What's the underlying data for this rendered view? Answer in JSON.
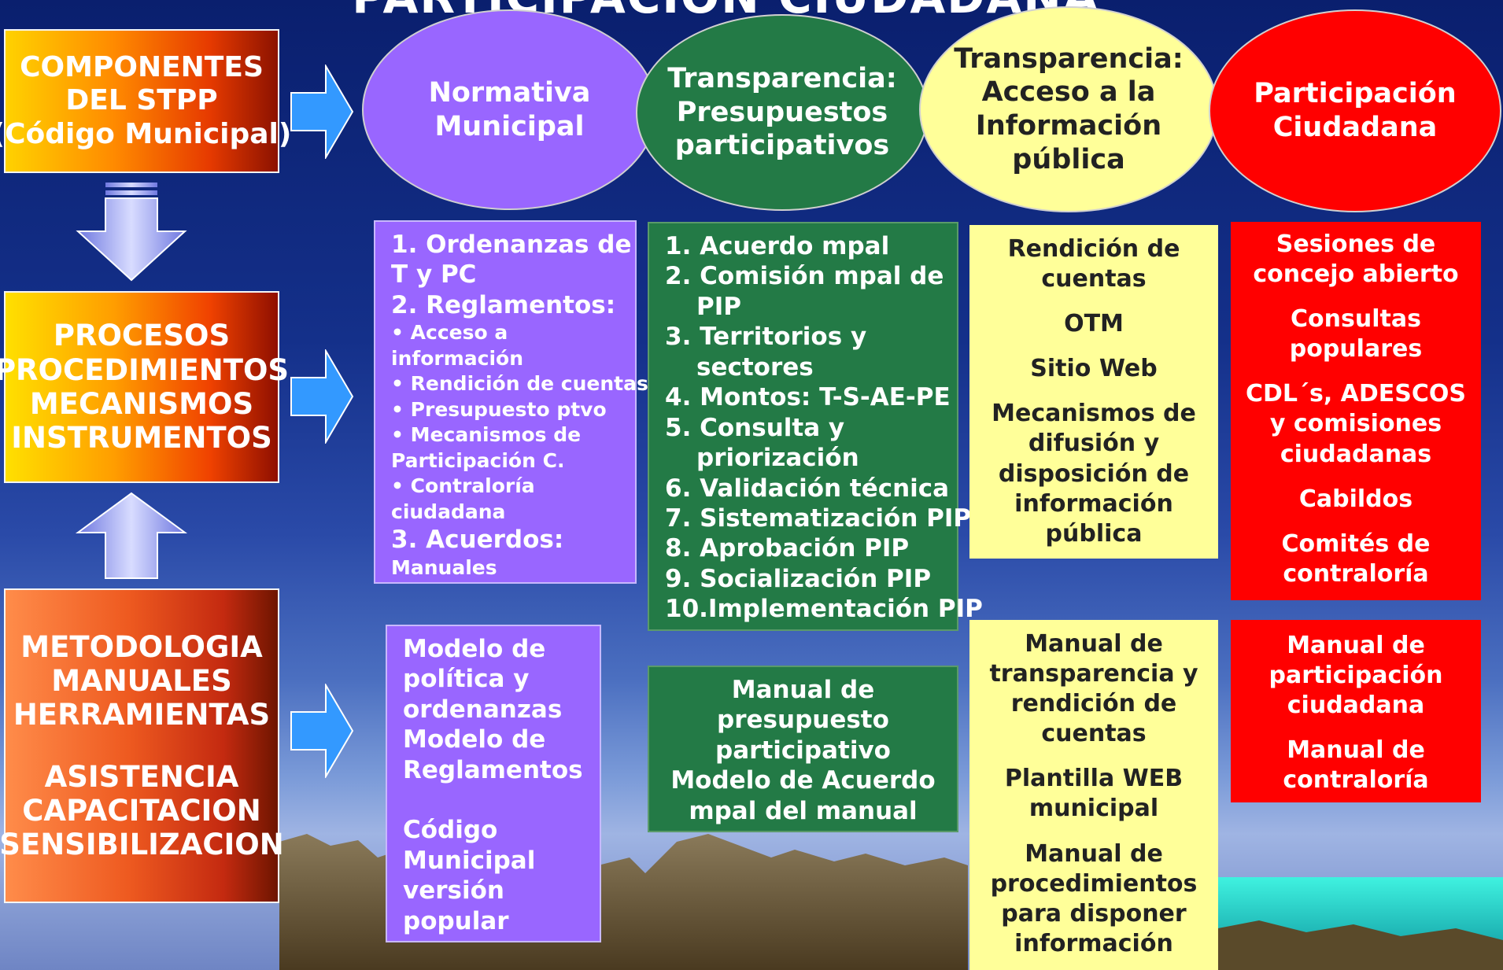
{
  "colors": {
    "normativa": "#9966ff",
    "presupuestos": "#237a46",
    "informacion": "#ffff99",
    "participacion": "#ff0000"
  },
  "title": "PARTICIPACION CIUDADANA",
  "left_column": {
    "componentes": [
      "COMPONENTES",
      "DEL STPP",
      "(Código Municipal)"
    ],
    "procesos": [
      "PROCESOS",
      "PROCEDIMIENTOS",
      "MECANISMOS",
      "INSTRUMENTOS"
    ],
    "metodologia": [
      "METODOLOGIA",
      "MANUALES",
      "HERRAMIENTAS"
    ],
    "asistencia": [
      "ASISTENCIA",
      "CAPACITACION",
      "SENSIBILIZACION"
    ]
  },
  "headers": {
    "normativa": [
      "Normativa",
      "Municipal"
    ],
    "presupuestos": [
      "Transparencia:",
      "Presupuestos",
      "participativos"
    ],
    "informacion": [
      "Transparencia:",
      "Acceso a la",
      "Información",
      "pública"
    ],
    "participacion": [
      "Participación",
      "Ciudadana"
    ]
  },
  "normativa_procesos": {
    "l1": "1. Ordenanzas  de",
    "l2": "T y PC",
    "l3": "2. Reglamentos:",
    "l4": "• Acceso a",
    "l5": "información",
    "l6": "• Rendición de cuentas",
    "l7": "• Presupuesto ptvo",
    "l8": "• Mecanismos de",
    "l9": "Participación C.",
    "l10": "• Contraloría",
    "l11": "ciudadana",
    "l12": "3. Acuerdos:",
    "l13": "Manuales"
  },
  "normativa_herramientas": [
    "Modelo de",
    "política y",
    "ordenanzas",
    "Modelo de",
    "Reglamentos",
    "Código",
    "Municipal",
    "versión",
    "popular"
  ],
  "presupuesto_procesos": {
    "l1": "1.  Acuerdo mpal",
    "l2": "2.  Comisión mpal de",
    "l3": "PIP",
    "l4": "3.  Territorios y",
    "l5": "sectores",
    "l6": "4.  Montos: T-S-AE-PE",
    "l7": "5.  Consulta y",
    "l8": "priorización",
    "l9": "6.  Validación técnica",
    "l10": "7.  Sistematización PIP",
    "l11": "8.  Aprobación PIP",
    "l12": "9.  Socialización PIP",
    "l13": "10.Implementación PIP"
  },
  "presupuesto_herramientas": [
    "Manual de",
    "presupuesto",
    "participativo",
    "Modelo de Acuerdo",
    "mpal del manual"
  ],
  "informacion_procesos": [
    "Rendición de",
    "cuentas",
    "OTM",
    "Sitio Web",
    "Mecanismos de",
    "difusión y",
    "disposición de",
    "información",
    "pública"
  ],
  "informacion_herramientas": [
    "Manual de",
    "transparencia y",
    "rendición de",
    "cuentas",
    "Plantilla WEB",
    "municipal",
    "Manual de",
    "procedimientos",
    "para disponer",
    "información"
  ],
  "participacion_procesos": [
    "Sesiones de",
    "concejo abierto",
    "Consultas",
    "populares",
    "CDL´s, ADESCOS",
    "y comisiones",
    "ciudadanas",
    "Cabildos",
    "Comités de",
    "contraloría"
  ],
  "participacion_herramientas": [
    "Manual de",
    "participación",
    "ciudadana",
    "Manual de",
    "contraloría"
  ]
}
